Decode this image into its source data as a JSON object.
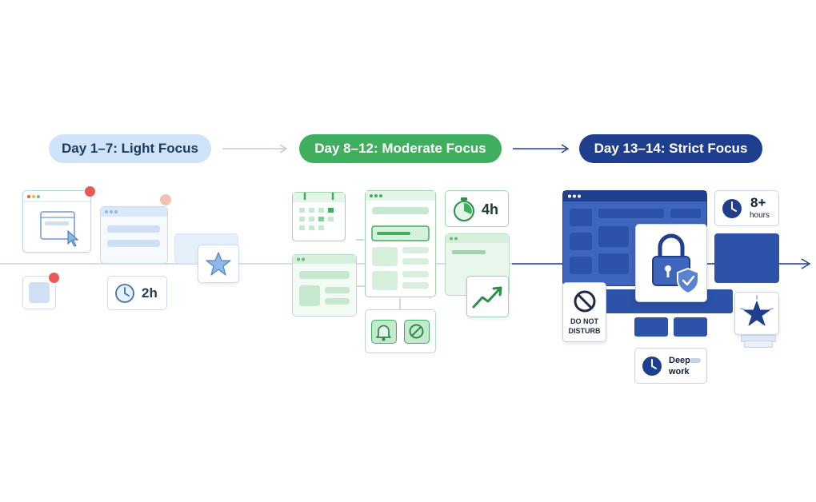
{
  "phases": [
    {
      "label": "Day 1–7: Light Focus",
      "color": "#cfe3fa",
      "text_color": "#1e3a5c"
    },
    {
      "label": "Day 8–12: Moderate Focus",
      "color": "#3fae5f",
      "text_color": "#ffffff"
    },
    {
      "label": "Day 13–14: Strict Focus",
      "color": "#1f3f8e",
      "text_color": "#ffffff"
    }
  ],
  "light": {
    "timer": "2h"
  },
  "moderate": {
    "timer": "4h"
  },
  "strict": {
    "timer_value": "8+",
    "timer_unit": "hours",
    "dnd_line1": "DO NOT",
    "dnd_line2": "DISTURB",
    "deep_line1": "Deep",
    "deep_line2": "work"
  },
  "colors": {
    "light_blue": "#8db8e8",
    "green": "#3fae5f",
    "navy": "#1f3f8e",
    "alert_red": "#e85a5a"
  }
}
